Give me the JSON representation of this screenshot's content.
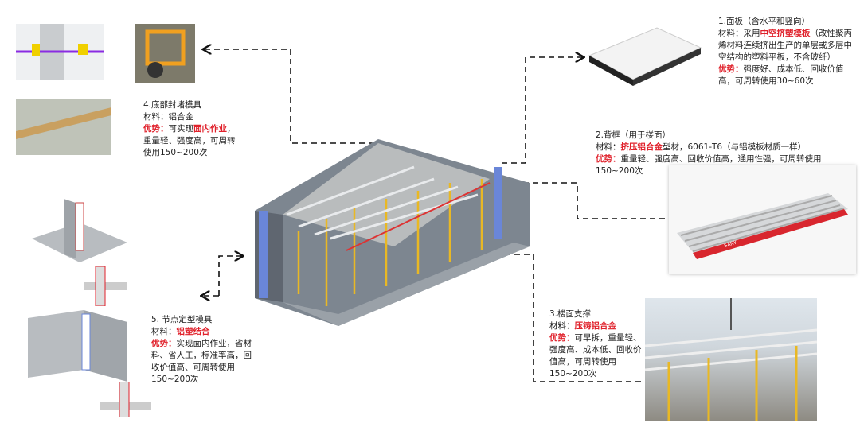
{
  "item1": {
    "title": "1.面板（含水平和竖向）",
    "mat_label": "材料：",
    "mat_pre": "采用",
    "mat_red": "中空挤塑模板",
    "mat_post": "（改性聚丙烯材料连续挤出生产的单层或多层中空结构的塑料平板，不含玻纤）",
    "adv_label": "优势：",
    "adv": "强度好、成本低、回收价值高，可周转使用30~60次"
  },
  "item2": {
    "title": "2.背框（用于楼面）",
    "mat_label": "材料：",
    "mat_red": "挤压铝合金",
    "mat_post": "型材，6061-T6（与铝模板材质一样）",
    "adv_label": "优势：",
    "adv": "重量轻、强度高、回收价值高，通用性强，可周转使用150~200次"
  },
  "item3": {
    "title": "3.楼面支撑",
    "mat_label": "材料：",
    "mat_red": "压铸铝合金",
    "adv_label": "优势：",
    "adv": "可早拆，重量轻、强度高、成本低、回收价值高，可周转使用150~200次"
  },
  "item4": {
    "title": "4.底部封堵模具",
    "mat_label": "材料：",
    "mat": "铝合金",
    "adv_label": "优势：",
    "adv_pre": "可实现",
    "adv_red": "面内作业",
    "adv_post": "，重量轻、强度高，可周转使用150~200次"
  },
  "item5": {
    "title": "5. 节点定型模具",
    "mat_label": "材料：",
    "mat_red": "铝塑结合",
    "adv_label": "优势：",
    "adv": "实现面内作业，省材料、省人工，标准率高，回收价值高、可周转使用150~200次"
  },
  "brand_logo": "SANY",
  "colors": {
    "accent_red": "#e0212b",
    "frame_yellow": "#e9b824",
    "wall_gray": "#7d8690",
    "slab_gray": "#b9bcbd"
  }
}
